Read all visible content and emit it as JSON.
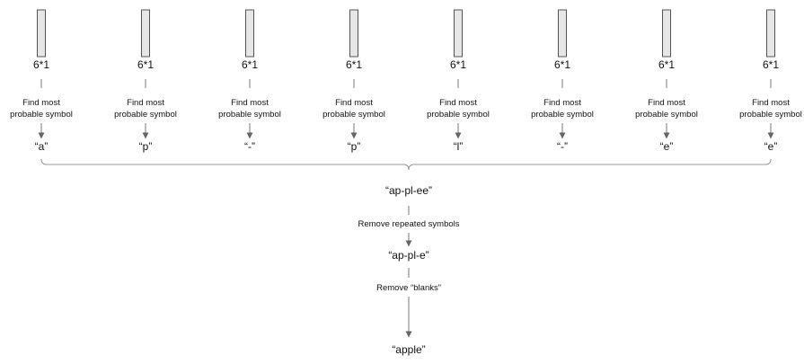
{
  "columns": [
    {
      "vector_label": "6*1",
      "step_line1": "Find most",
      "step_line2": "probable symbol",
      "symbol": "“a”"
    },
    {
      "vector_label": "6*1",
      "step_line1": "Find most",
      "step_line2": "probable symbol",
      "symbol": "“p”"
    },
    {
      "vector_label": "6*1",
      "step_line1": "Find most",
      "step_line2": "probable symbol",
      "symbol": "“-”"
    },
    {
      "vector_label": "6*1",
      "step_line1": "Find most",
      "step_line2": "probable symbol",
      "symbol": "“p”"
    },
    {
      "vector_label": "6*1",
      "step_line1": "Find most",
      "step_line2": "probable symbol",
      "symbol": "“l”"
    },
    {
      "vector_label": "6*1",
      "step_line1": "Find most",
      "step_line2": "probable symbol",
      "symbol": "“-”"
    },
    {
      "vector_label": "6*1",
      "step_line1": "Find most",
      "step_line2": "probable symbol",
      "symbol": "“e”"
    },
    {
      "vector_label": "6*1",
      "step_line1": "Find most",
      "step_line2": "probable symbol",
      "symbol": "“e”"
    }
  ],
  "merged": {
    "sequence": "“ap-pl-ee”",
    "step1_label": "Remove repeated symbols",
    "after_step1": "“ap-pl-e”",
    "step2_label": "Remove “blanks”",
    "final": "“apple”"
  }
}
